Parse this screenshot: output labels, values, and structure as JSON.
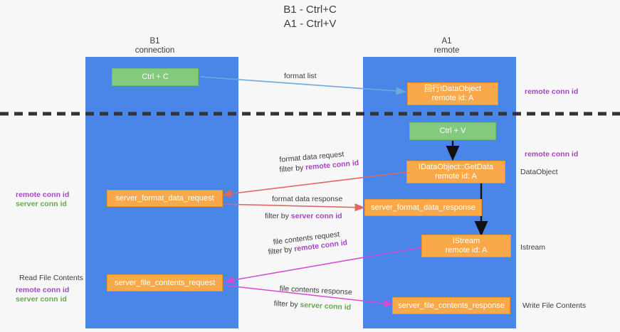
{
  "title": "B1 - Ctrl+C\nA1 - Ctrl+V",
  "columns": [
    {
      "name": "b1",
      "header": "B1\nconnection"
    },
    {
      "name": "a1",
      "header": "A1\nremote"
    }
  ],
  "colors": {
    "lane": "#4a86e8",
    "orange_node": "#f9a94a",
    "green_node": "#83c97e",
    "purple_label": "#a545c6",
    "green_label": "#6aa84f",
    "divider": "#333333",
    "arrow_blue": "#6fa8dc",
    "arrow_red": "#e06666",
    "arrow_magenta": "#d34bd3",
    "arrow_black": "#000000",
    "background": "#f7f7f7"
  },
  "nodes": {
    "ctrl_c": "Ctrl + C",
    "ctrl_v": "Ctrl + V",
    "idataobject": "回行IDataObject\nremote id: A",
    "idataobject_getdata": "IDataObject::GetData\nremote id: A",
    "istream": "IStream\nremote id: A",
    "server_format_data_request": "server_format_data_request",
    "server_format_data_response": "server_format_data_response",
    "server_file_contents_request": "server_file_contents_request",
    "server_file_contents_response": "server_file_contents_response"
  },
  "arrow_labels": {
    "format_list": "format list",
    "format_data_request": "format data request",
    "format_data_request_filter_prefix": "filter by ",
    "format_data_request_filter_value": "remote conn id",
    "format_data_response": "format data response",
    "format_data_response_filter_prefix": "filter by ",
    "format_data_response_filter_value": "server conn id",
    "file_contents_request": "file contents request",
    "file_contents_request_filter_prefix": "filter by ",
    "file_contents_request_filter_value": "remote conn id",
    "file_contents_response": "file contents response",
    "file_contents_response_filter_prefix": "filter by ",
    "file_contents_response_filter_value": "server conn id"
  },
  "right_annotations": {
    "remote_conn_id_top": "remote conn id",
    "remote_conn_id_mid": "remote conn id",
    "dataobject": "DataObject",
    "istream": "Istream",
    "write_file_contents": "Write File Contents"
  },
  "left_annotations": {
    "remote_conn_id_mid": "remote conn id",
    "server_conn_id_mid": "server conn id",
    "read_file_contents": "Read File Contents",
    "remote_conn_id_bottom": "remote conn id",
    "server_conn_id_bottom": "server conn id"
  }
}
